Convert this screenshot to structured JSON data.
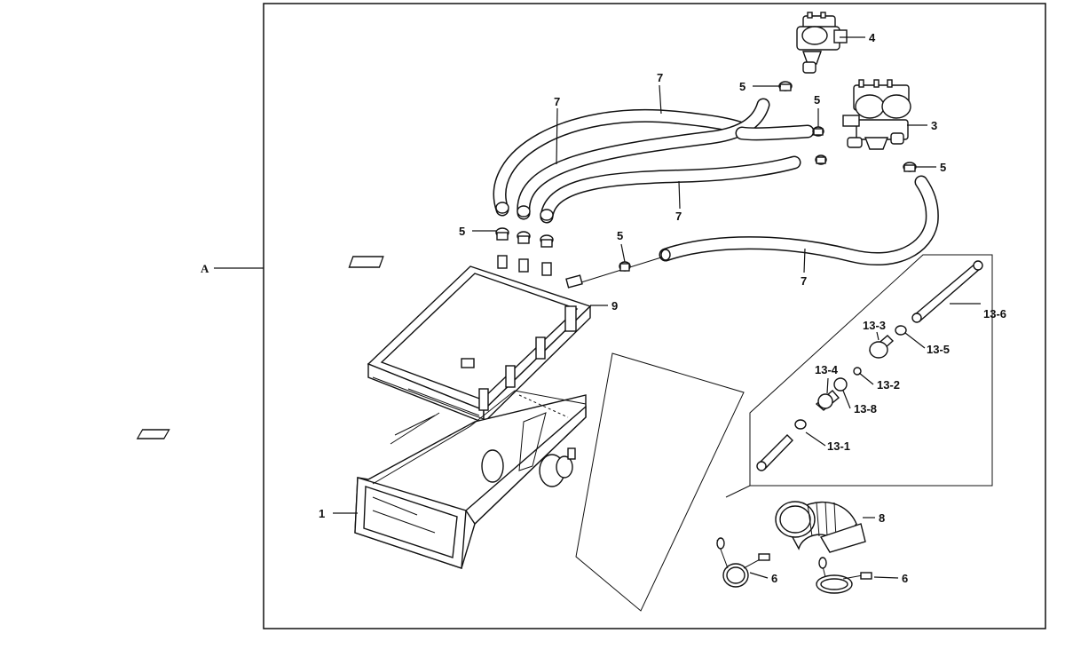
{
  "diagram": {
    "group_label": "A",
    "callouts": [
      {
        "id": "1",
        "text": "1"
      },
      {
        "id": "3",
        "text": "3"
      },
      {
        "id": "4",
        "text": "4"
      },
      {
        "id": "5",
        "text": "5"
      },
      {
        "id": "6",
        "text": "6"
      },
      {
        "id": "7",
        "text": "7"
      },
      {
        "id": "8",
        "text": "8"
      },
      {
        "id": "9",
        "text": "9"
      },
      {
        "id": "13-1",
        "text": "13-1"
      },
      {
        "id": "13-2",
        "text": "13-2"
      },
      {
        "id": "13-3",
        "text": "13-3"
      },
      {
        "id": "13-4",
        "text": "13-4"
      },
      {
        "id": "13-5",
        "text": "13-5"
      },
      {
        "id": "13-6",
        "text": "13-6"
      },
      {
        "id": "13-8",
        "text": "13-8"
      }
    ]
  }
}
